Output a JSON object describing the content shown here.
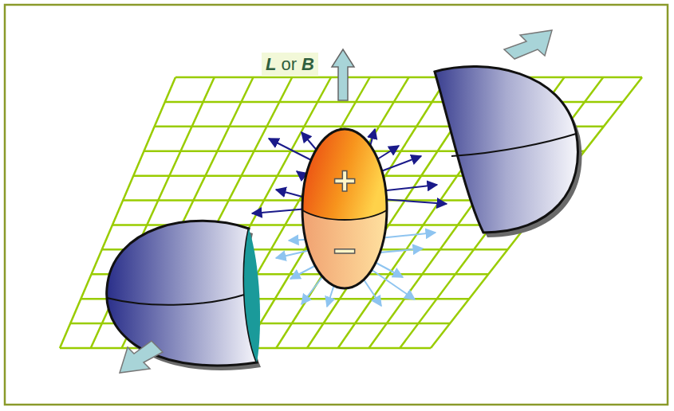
{
  "diagram": {
    "nodes": [
      {
        "text": [
          "+",
          "−"
        ]
      }
    ],
    "labels": [
      "L",
      "or",
      "B"
    ]
  }
}
